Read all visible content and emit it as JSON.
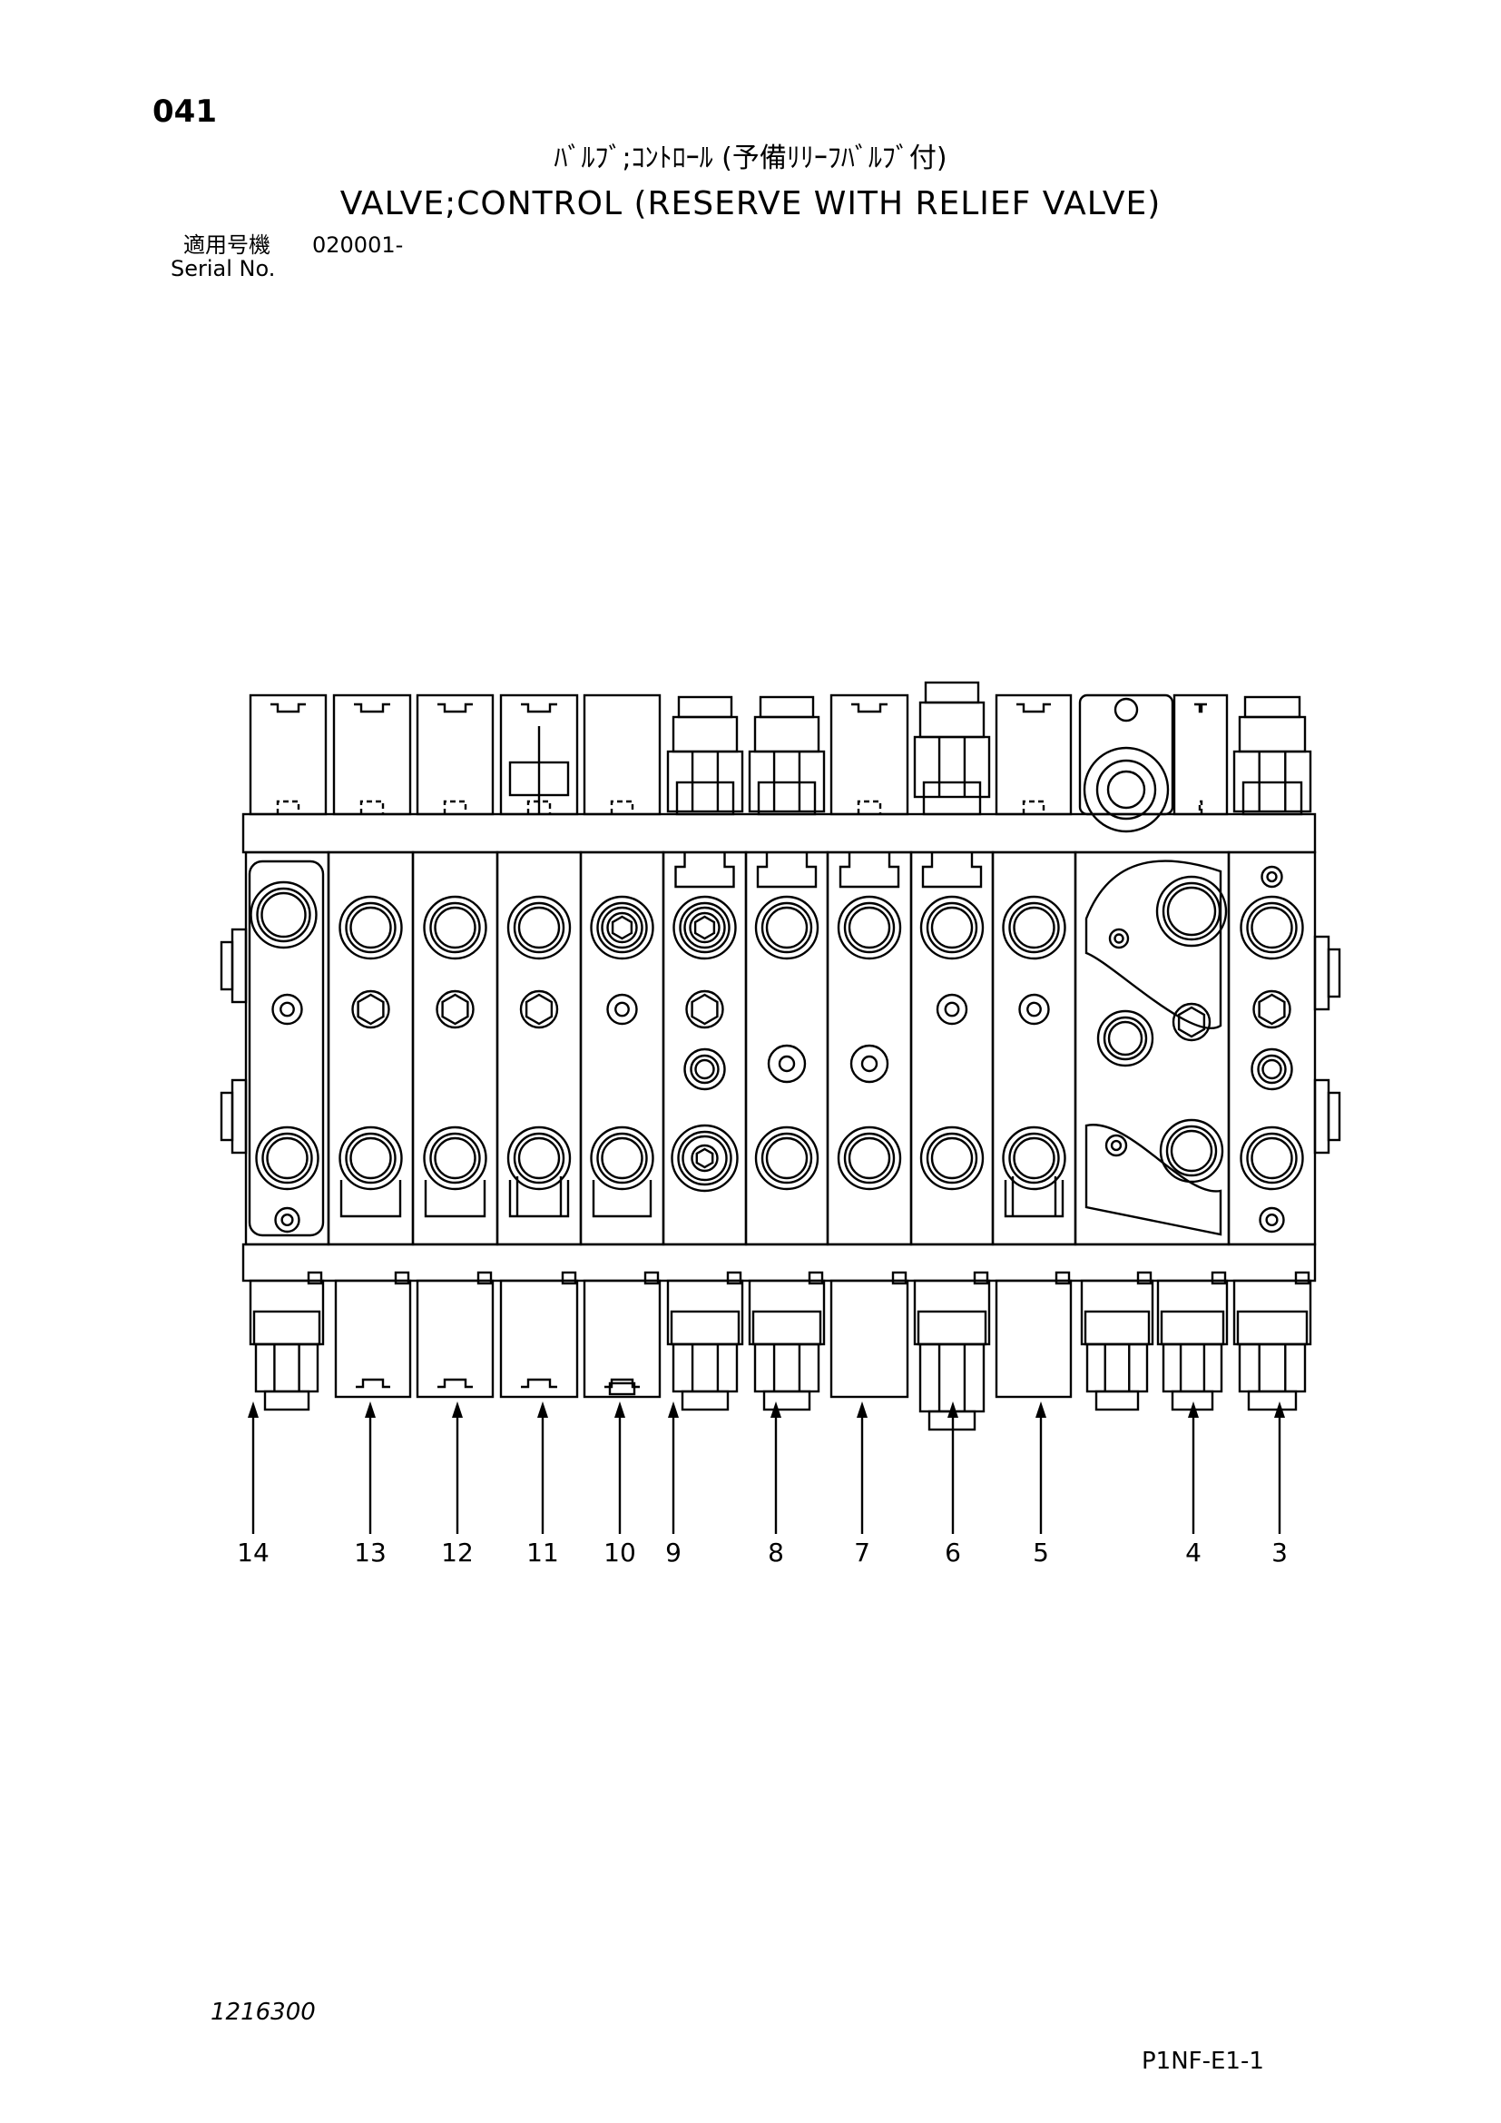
{
  "page": {
    "number": "041",
    "title_jp": "ﾊﾞﾙﾌﾞ;ｺﾝﾄﾛｰﾙ (予備ﾘﾘｰﾌﾊﾞﾙﾌﾞ付)",
    "title_en": "VALVE;CONTROL (RESERVE WITH RELIEF VALVE)",
    "serial_label_jp": "適用号機",
    "serial_value": "020001-",
    "serial_label_en": "Serial No.",
    "drawing_number": "1216300",
    "page_code": "P1NF-E1-1"
  },
  "callouts": [
    "14",
    "13",
    "12",
    "11",
    "10",
    "9",
    "8",
    "7",
    "6",
    "5",
    "4",
    "3"
  ]
}
